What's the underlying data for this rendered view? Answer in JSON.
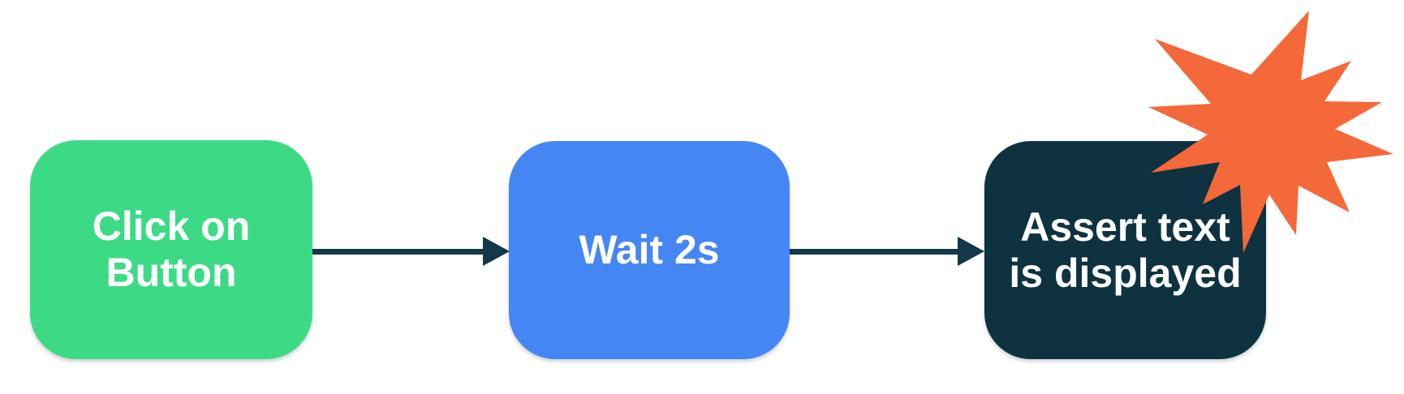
{
  "diagram": {
    "description": "Test-automation flowchart of three steps ending in a failure burst",
    "background_color": "#ffffff",
    "connector_color": "#14374a",
    "nodes": [
      {
        "id": "click-on-button",
        "label": "Click on\nButton",
        "fill": "#3dda86",
        "text_color": "#ffffff"
      },
      {
        "id": "wait-2s",
        "label": "Wait 2s",
        "fill": "#4486f3",
        "text_color": "#ffffff"
      },
      {
        "id": "assert-text-is-displayed",
        "label": "Assert text\nis displayed",
        "fill": "#0e3240",
        "text_color": "#ffffff"
      }
    ],
    "connectors": [
      {
        "from": "click-on-button",
        "to": "wait-2s"
      },
      {
        "from": "wait-2s",
        "to": "assert-text-is-displayed"
      }
    ],
    "burst": {
      "shape": "explosion-starburst",
      "color": "#f4683a"
    }
  }
}
